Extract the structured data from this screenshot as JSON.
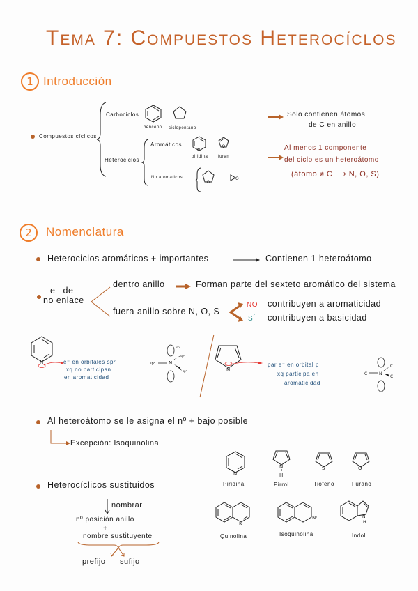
{
  "title": "Tema 7: Compuestos Heterocíclos",
  "colors": {
    "accent": "#ef7d2a",
    "title": "#c5622a",
    "arrow": "#b8632a",
    "dark_red": "#8c2e22",
    "blue": "#1f4e79",
    "no_red": "#e53935",
    "si_teal": "#2a8a8a"
  },
  "section1": {
    "number": "1",
    "heading": "Introducción",
    "root": "Compuestos cíclicos",
    "carbociclos": {
      "label": "Carbociclos",
      "examples": [
        "benceno",
        "ciclopentano"
      ],
      "note_line1": "Solo contienen átomos",
      "note_line2": "de C en anillo"
    },
    "heterociclos": {
      "label": "Heterociclos",
      "aromaticos": {
        "label": "Aromáticos",
        "examples": [
          "piridina",
          "furan"
        ]
      },
      "no_aromaticos": {
        "label": "No aromáticos"
      },
      "note_line1": "Al menos 1 componente",
      "note_line2": "del ciclo es un heteroátomo",
      "note_line3": "(átomo ≠ C ⟶ N, O, S)"
    }
  },
  "section2": {
    "number": "2",
    "heading": "Nomenclatura",
    "bullet1": {
      "left": "Heterociclos aromáticos + importantes",
      "right": "Contienen 1 heteroátomo"
    },
    "bullet2": {
      "label_line1": "e⁻ de",
      "label_line2": "no enlace",
      "branch1": "dentro anillo",
      "branch1_result": "Forman parte del sexteto aromático del sistema",
      "branch2": "fuera anillo sobre N, O, S",
      "no_label": "NO",
      "no_text": "contribuyen a aromaticidad",
      "si_label": "SÍ",
      "si_text": "contribuyen a basicidad"
    },
    "diagram": {
      "pyridine_note_line1": "e⁻ en orbitales sp²",
      "pyridine_note_line2": "xq no participan",
      "pyridine_note_line3": "en aromaticidad",
      "sp2_label": "sp²",
      "N": "N",
      "C": "c",
      "pyrrole_note_line1": "par e⁻ en orbital p",
      "pyrrole_note_line2": "xq participa en",
      "pyrrole_note_line3": "aromaticidad"
    },
    "bullet3": {
      "text": "Al heteroátomo se le asigna el nº + bajo posible",
      "exception": "Excepción: Isoquinolina"
    },
    "bullet4": {
      "text": "Heterocíclicos sustituidos",
      "arrow_label": "nombrar",
      "line1": "nº posición anillo",
      "plus": "+",
      "line2": "nombre sustituyente",
      "prefix": "prefijo",
      "suffix": "sufijo"
    },
    "structures": [
      {
        "name": "Piridina",
        "atom": "N"
      },
      {
        "name": "Pirrol",
        "atom": "N",
        "h": "H"
      },
      {
        "name": "Tiofeno",
        "atom": "S"
      },
      {
        "name": "Furano",
        "atom": "O"
      },
      {
        "name": "Quinolina",
        "atom": "N"
      },
      {
        "name": "Isoquinolina",
        "atom": "N:"
      },
      {
        "name": "Indol",
        "atom": "N",
        "h": "H"
      }
    ]
  }
}
